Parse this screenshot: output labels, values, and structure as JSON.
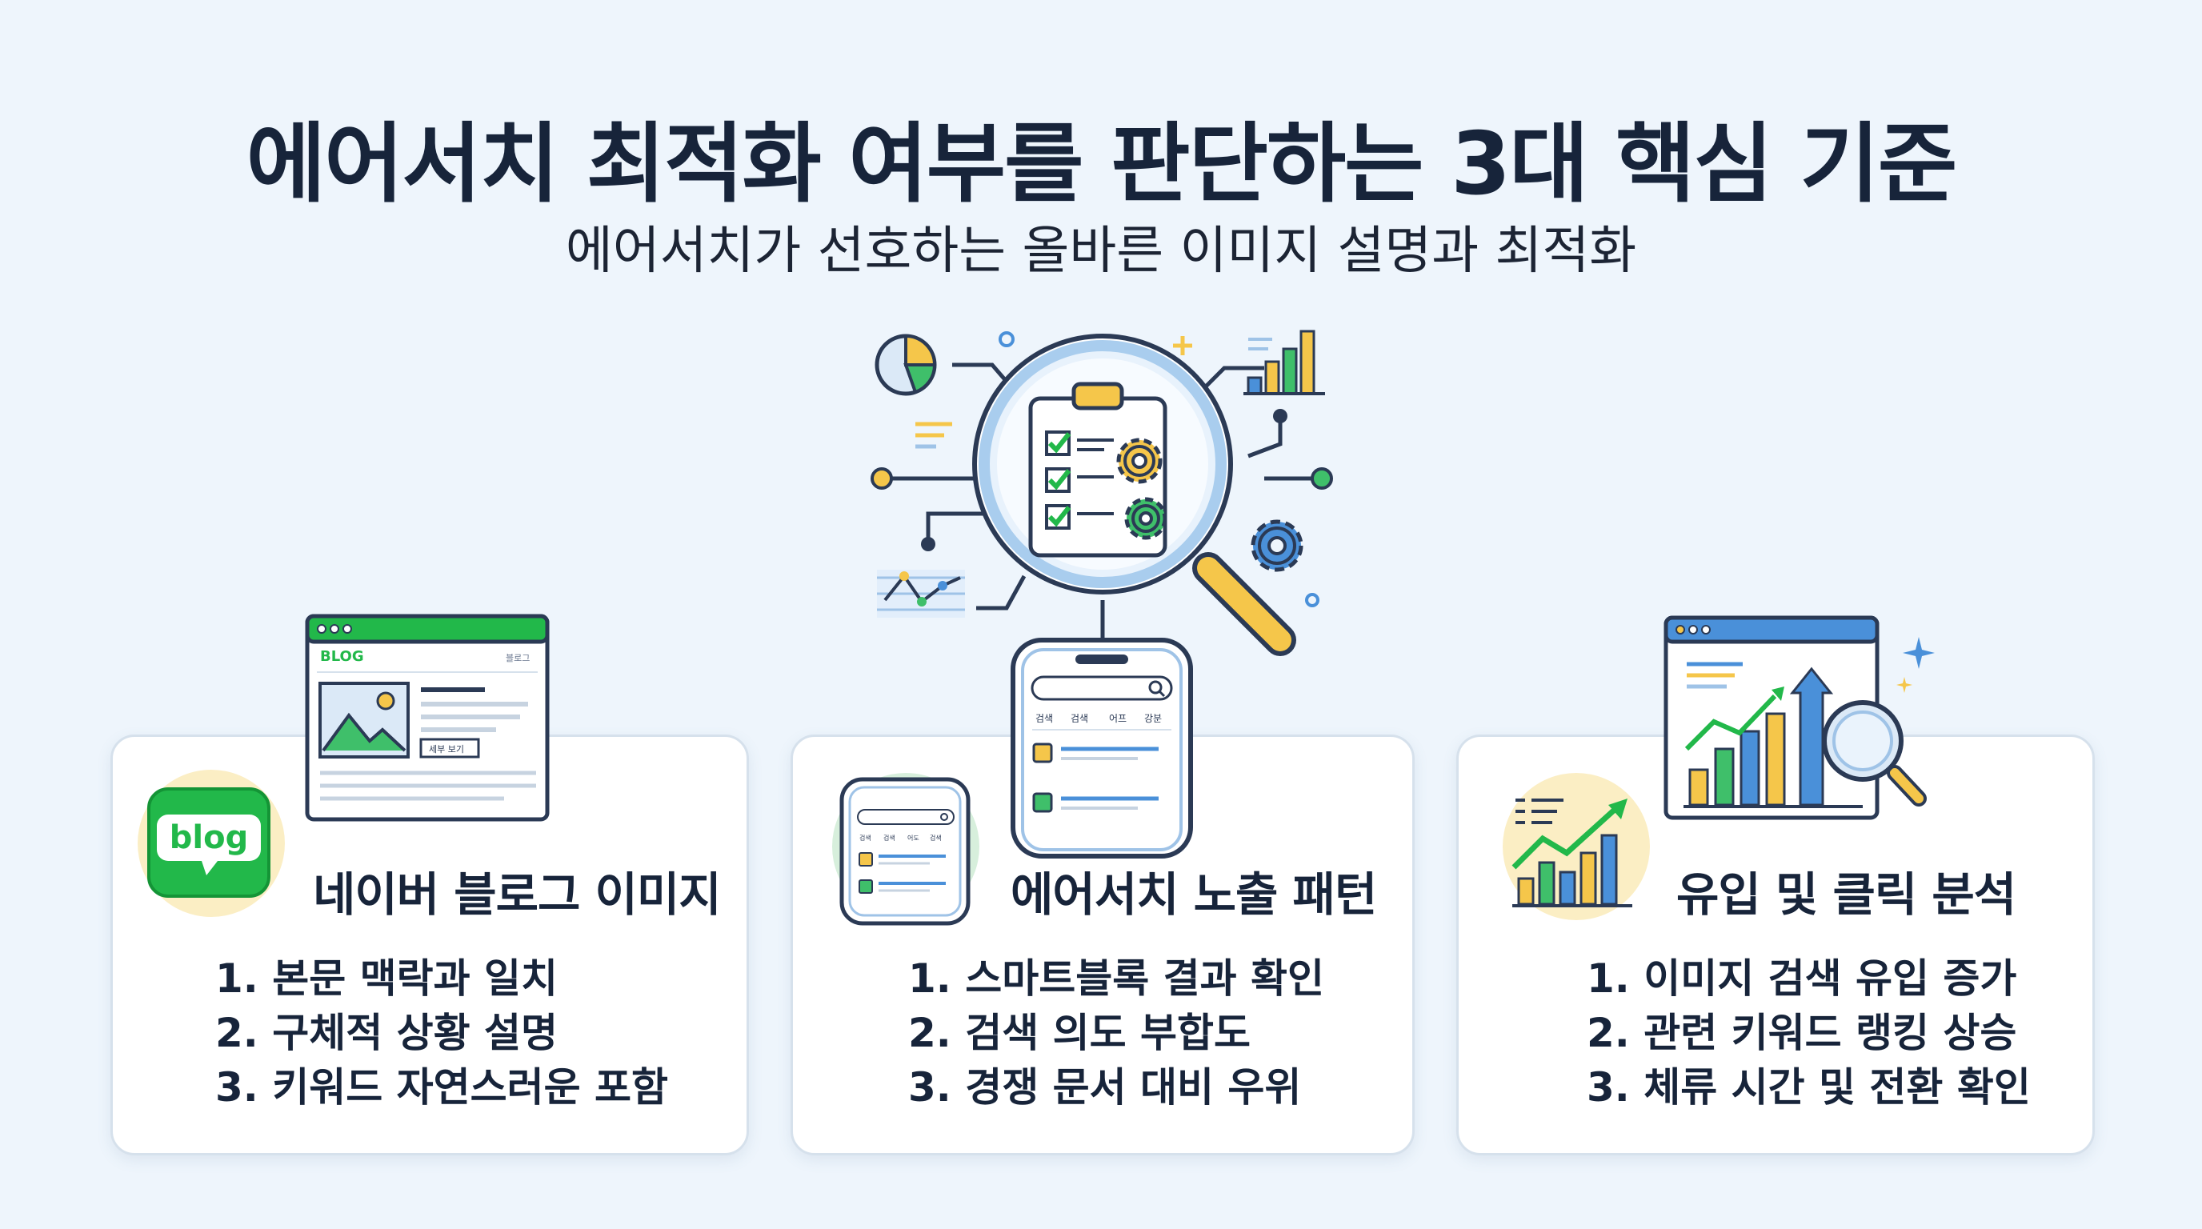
{
  "header": {
    "title": "에어서치 최적화 여부를 판단하는 3대 핵심 기준",
    "subtitle": "에어서치가 선호하는 올바른 이미지 설명과 최적화"
  },
  "cards": [
    {
      "title": "네이버 블로그 이미지",
      "items": [
        "1. 본문 맥락과 일치",
        "2. 구체적 상황 설명",
        "3. 키워드 자연스러운 포함"
      ],
      "icon_text": "blog",
      "window": {
        "brand": "BLOG",
        "menu": "블로그",
        "button": "세부 보기"
      }
    },
    {
      "title": "에어서치 노출 패턴",
      "items": [
        "1. 스마트블록 결과 확인",
        "2. 검색 의도 부합도",
        "3. 경쟁 문서 대비 우위"
      ],
      "phone_tabs": [
        "검색",
        "검색",
        "어프",
        "강분"
      ],
      "mini_tabs": [
        "검색",
        "검색",
        "어도",
        "검색"
      ]
    },
    {
      "title": "유입 및 클릭 분석",
      "items": [
        "1. 이미지 검색 유입 증가",
        "2. 관련 키워드 랭킹 상승",
        "3. 체류 시간 및 전환 확인"
      ]
    }
  ],
  "colors": {
    "background": "#eef5fc",
    "naver_green": "#22b84a",
    "accent_blue": "#4a90d9",
    "accent_yellow": "#f5c64a",
    "title_text": "#17243a"
  }
}
